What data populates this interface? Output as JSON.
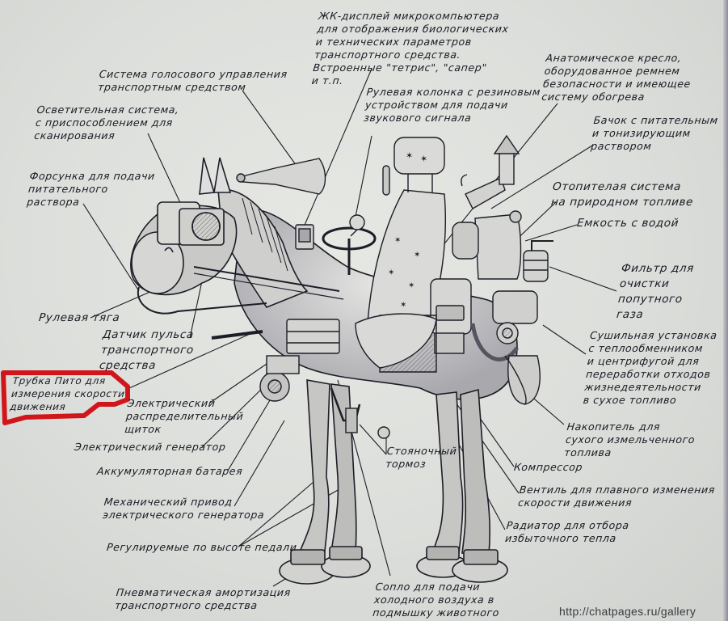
{
  "diagram": {
    "subject": "Horse as a vehicle — annotated schematic",
    "accent_color": "#d0161a",
    "ink_color": "#1a1822",
    "paper_color": "#dfe1de",
    "highlighted_label": "pitot_tube",
    "labels": {
      "lcd_display": "ЖК-дисплей микрокомпьютера\nдля отображения биологических\nи технических параметров\nтранспортного средства.\nВстроенные \"тетрис\", \"сапер\"\nи т.п.",
      "voice_control": "Система голосового управления\nтранспортным средством",
      "lighting": "Осветительная система,\nс приспособлением для\nсканирования",
      "injector": "Форсунка для подачи\nпитательного\nраствора",
      "steering_rod": "Рулевая тяга",
      "pulse_sensor": "Датчик пульса\nтранспортного\nсредства",
      "pitot_tube": "Трубка Пито для\nизмерения скорости\nдвижения",
      "switchboard": "Электрический\nраспределительный\nщиток",
      "generator": "Электрический генератор",
      "battery": "Аккумуляторная батарея",
      "mech_drive": "Механический привод\nэлектрического генератора",
      "pedals": "Регулируемые по высоте педали",
      "pneumatic": "Пневматическая амортизация\nтранспортного средства",
      "nozzle": "Сопло для подачи\nхолодного воздуха в\nподмышку животного",
      "parking_brake": "Стояночный\nтормоз",
      "steering_column": "Рулевая колонка с резиновым\nустройством для подачи\nзвукового сигнала",
      "seat": "Анатомическое кресло,\nоборудованное ремнем\nбезопасности и имеющее\nсистему обогрева",
      "nutrient_tank": "Бачок с питательным\nи тонизирующим\nраствором",
      "heating": "Отопителая система\nна природном топливе",
      "water_tank": "Емкость с водой",
      "gas_filter": "Фильтр для\nочистки\nпопутного\nгаза",
      "dryer": "Сушильная установка\nс теплообменником\nи центрифугой для\nпереработки отходов\nжизнедеятельности\nв сухое топливо",
      "fuel_storage": "Накопитель для\nсухого измельченного\nтоплива",
      "compressor": "Компрессор",
      "valve": "Вентиль для плавного изменения\nскорости движения",
      "radiator": "Радиатор для отбора\nизбыточного тепла"
    },
    "watermark": "http://chatpages.ru/gallery"
  }
}
